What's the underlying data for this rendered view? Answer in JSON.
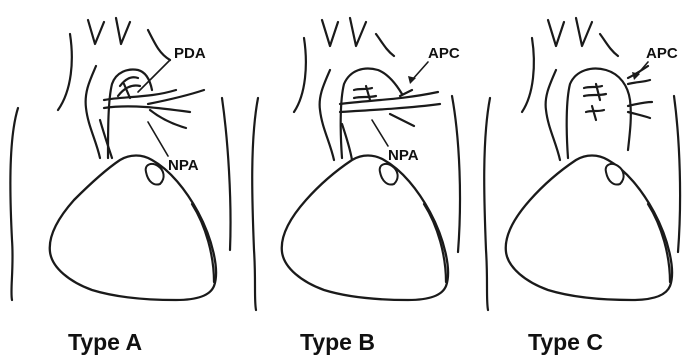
{
  "panels": [
    {
      "id": "A",
      "type_label": "Type A",
      "labels": [
        "PDA",
        "NPA"
      ]
    },
    {
      "id": "B",
      "type_label": "Type B",
      "labels": [
        "APC",
        "NPA"
      ]
    },
    {
      "id": "C",
      "type_label": "Type C",
      "labels": [
        "APC"
      ]
    }
  ]
}
